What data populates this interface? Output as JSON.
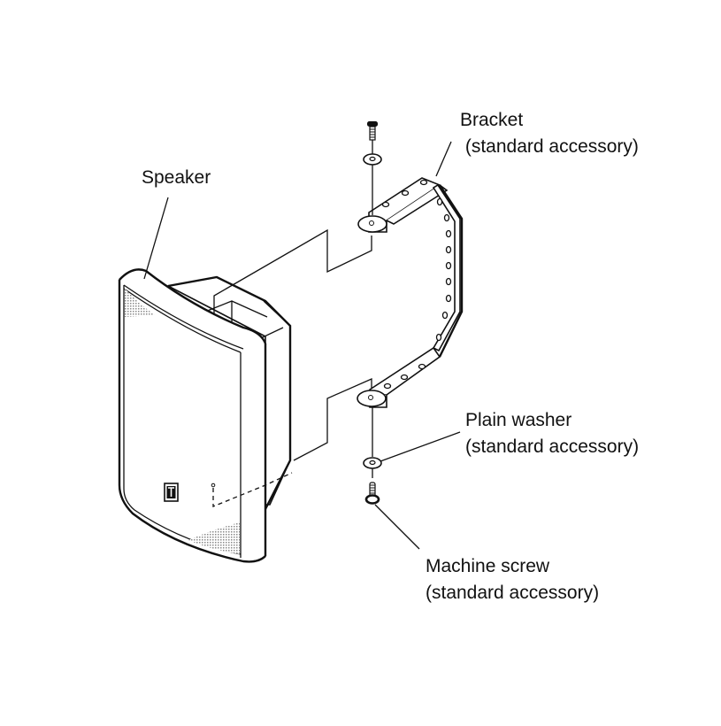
{
  "diagram": {
    "title": "Speaker bracket mounting (exploded view)",
    "labels": {
      "speaker": "Speaker",
      "bracket_line1": "Bracket",
      "bracket_line2": " (standard accessory)",
      "washer_line1": "Plain washer",
      "washer_line2": "(standard accessory)",
      "screw_line1": "Machine screw",
      "screw_line2": "(standard accessory)"
    },
    "parts": [
      {
        "id": "speaker",
        "name": "Speaker"
      },
      {
        "id": "bracket",
        "name": "Bracket",
        "note": "standard accessory"
      },
      {
        "id": "plain-washer",
        "name": "Plain washer",
        "note": "standard accessory",
        "count_shown": 2
      },
      {
        "id": "machine-screw",
        "name": "Machine screw",
        "note": "standard accessory",
        "count_shown": 2
      }
    ],
    "colors": {
      "ink": "#111111",
      "background": "#ffffff",
      "grille": "#9a9a9a"
    }
  }
}
